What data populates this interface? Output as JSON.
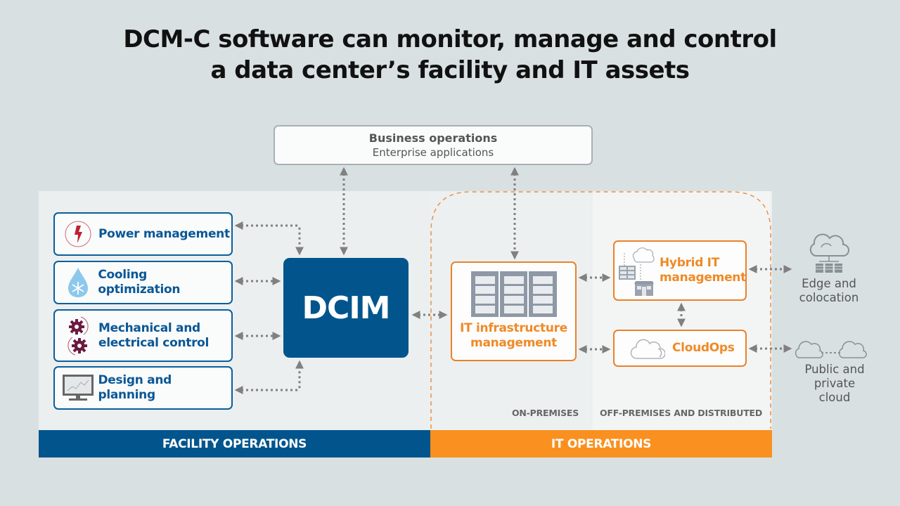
{
  "title": {
    "line1": "DCM-C software can monitor, manage and control",
    "line2": "a data center’s facility and IT assets"
  },
  "business": {
    "heading": "Business operations",
    "sub": "Enterprise applications"
  },
  "facility": {
    "items": [
      {
        "label": "Power management",
        "icon": "lightning-bolt-icon"
      },
      {
        "label": "Cooling optimization",
        "icon": "water-drop-snowflake-icon"
      },
      {
        "label_line1": "Mechanical and",
        "label_line2": "electrical control",
        "icon": "gears-icon"
      },
      {
        "label": "Design and planning",
        "icon": "monitor-chart-icon"
      }
    ],
    "bar_label": "FACILITY OPERATIONS"
  },
  "dcim": {
    "label": "DCIM"
  },
  "it": {
    "infra": {
      "line1": "IT infrastructure",
      "line2": "management",
      "icon": "server-rack-icon"
    },
    "hybrid": {
      "line1": "Hybrid IT",
      "line2": "management",
      "icon": "hybrid-cloud-server-icon"
    },
    "cloudops": {
      "label": "CloudOps",
      "icon": "cloud-icon"
    },
    "on_prem_label": "ON-PREMISES",
    "off_prem_label": "OFF-PREMISES AND DISTRIBUTED",
    "bar_label": "IT OPERATIONS"
  },
  "external": {
    "edge": {
      "line1": "Edge and",
      "line2": "colocation",
      "icon": "cloud-network-icon"
    },
    "public": {
      "line1": "Public and",
      "line2": "private",
      "line3": "cloud",
      "icon": "linked-clouds-icon"
    }
  },
  "colors": {
    "facility_blue": "#02558c",
    "it_orange": "#fa9020",
    "connector_gray": "#808080"
  }
}
